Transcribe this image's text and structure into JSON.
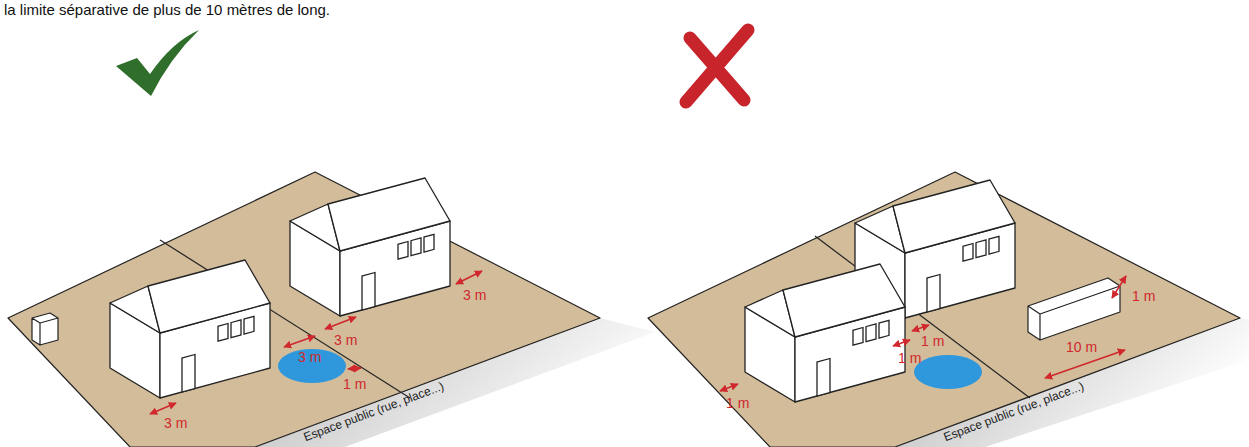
{
  "diagram": {
    "labels": [
      "la limite séparative de plus de 10 mètres de long.",
      "3 m",
      "3 m",
      "3 m",
      "1 m",
      "3 m",
      "Espace public (rue, place...)",
      "1 m",
      "1 m",
      "1 m",
      "1 m",
      "10 m",
      "Espace public (rue, place...)"
    ]
  }
}
